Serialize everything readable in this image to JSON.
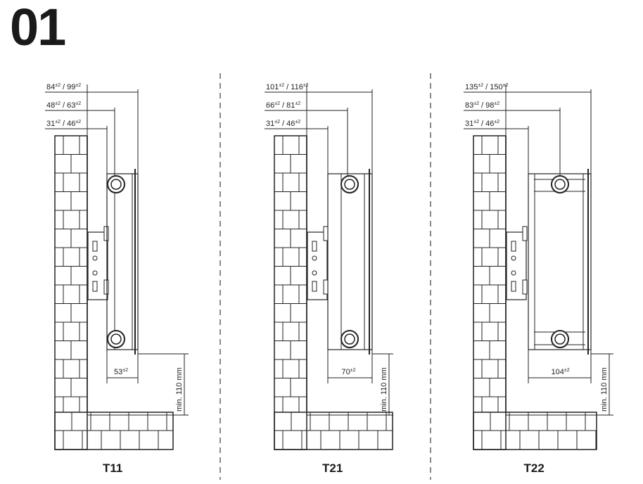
{
  "title": "01",
  "colors": {
    "line": "#222222",
    "separator": "#8a8a8a"
  },
  "panels": [
    {
      "label": "T11",
      "dims": [
        {
          "a": "84",
          "b": "99",
          "tol": "±2"
        },
        {
          "a": "48",
          "b": "63",
          "tol": "±2"
        },
        {
          "a": "31",
          "b": "46",
          "tol": "±2"
        }
      ],
      "bottom": {
        "value": "53",
        "tol": "±2"
      },
      "floor": "min. 110 mm"
    },
    {
      "label": "T21",
      "dims": [
        {
          "a": "101",
          "b": "116",
          "tol": "±2"
        },
        {
          "a": "66",
          "b": "81",
          "tol": "±2"
        },
        {
          "a": "31",
          "b": "46",
          "tol": "±2"
        }
      ],
      "bottom": {
        "value": "70",
        "tol": "±2"
      },
      "floor": "min. 110 mm"
    },
    {
      "label": "T22",
      "dims": [
        {
          "a": "135",
          "b": "150",
          "tol": "±2"
        },
        {
          "a": "83",
          "b": "98",
          "tol": "±2"
        },
        {
          "a": "31",
          "b": "46",
          "tol": "±2"
        }
      ],
      "bottom": {
        "value": "104",
        "tol": "±2"
      },
      "floor": "min. 110 mm"
    }
  ]
}
